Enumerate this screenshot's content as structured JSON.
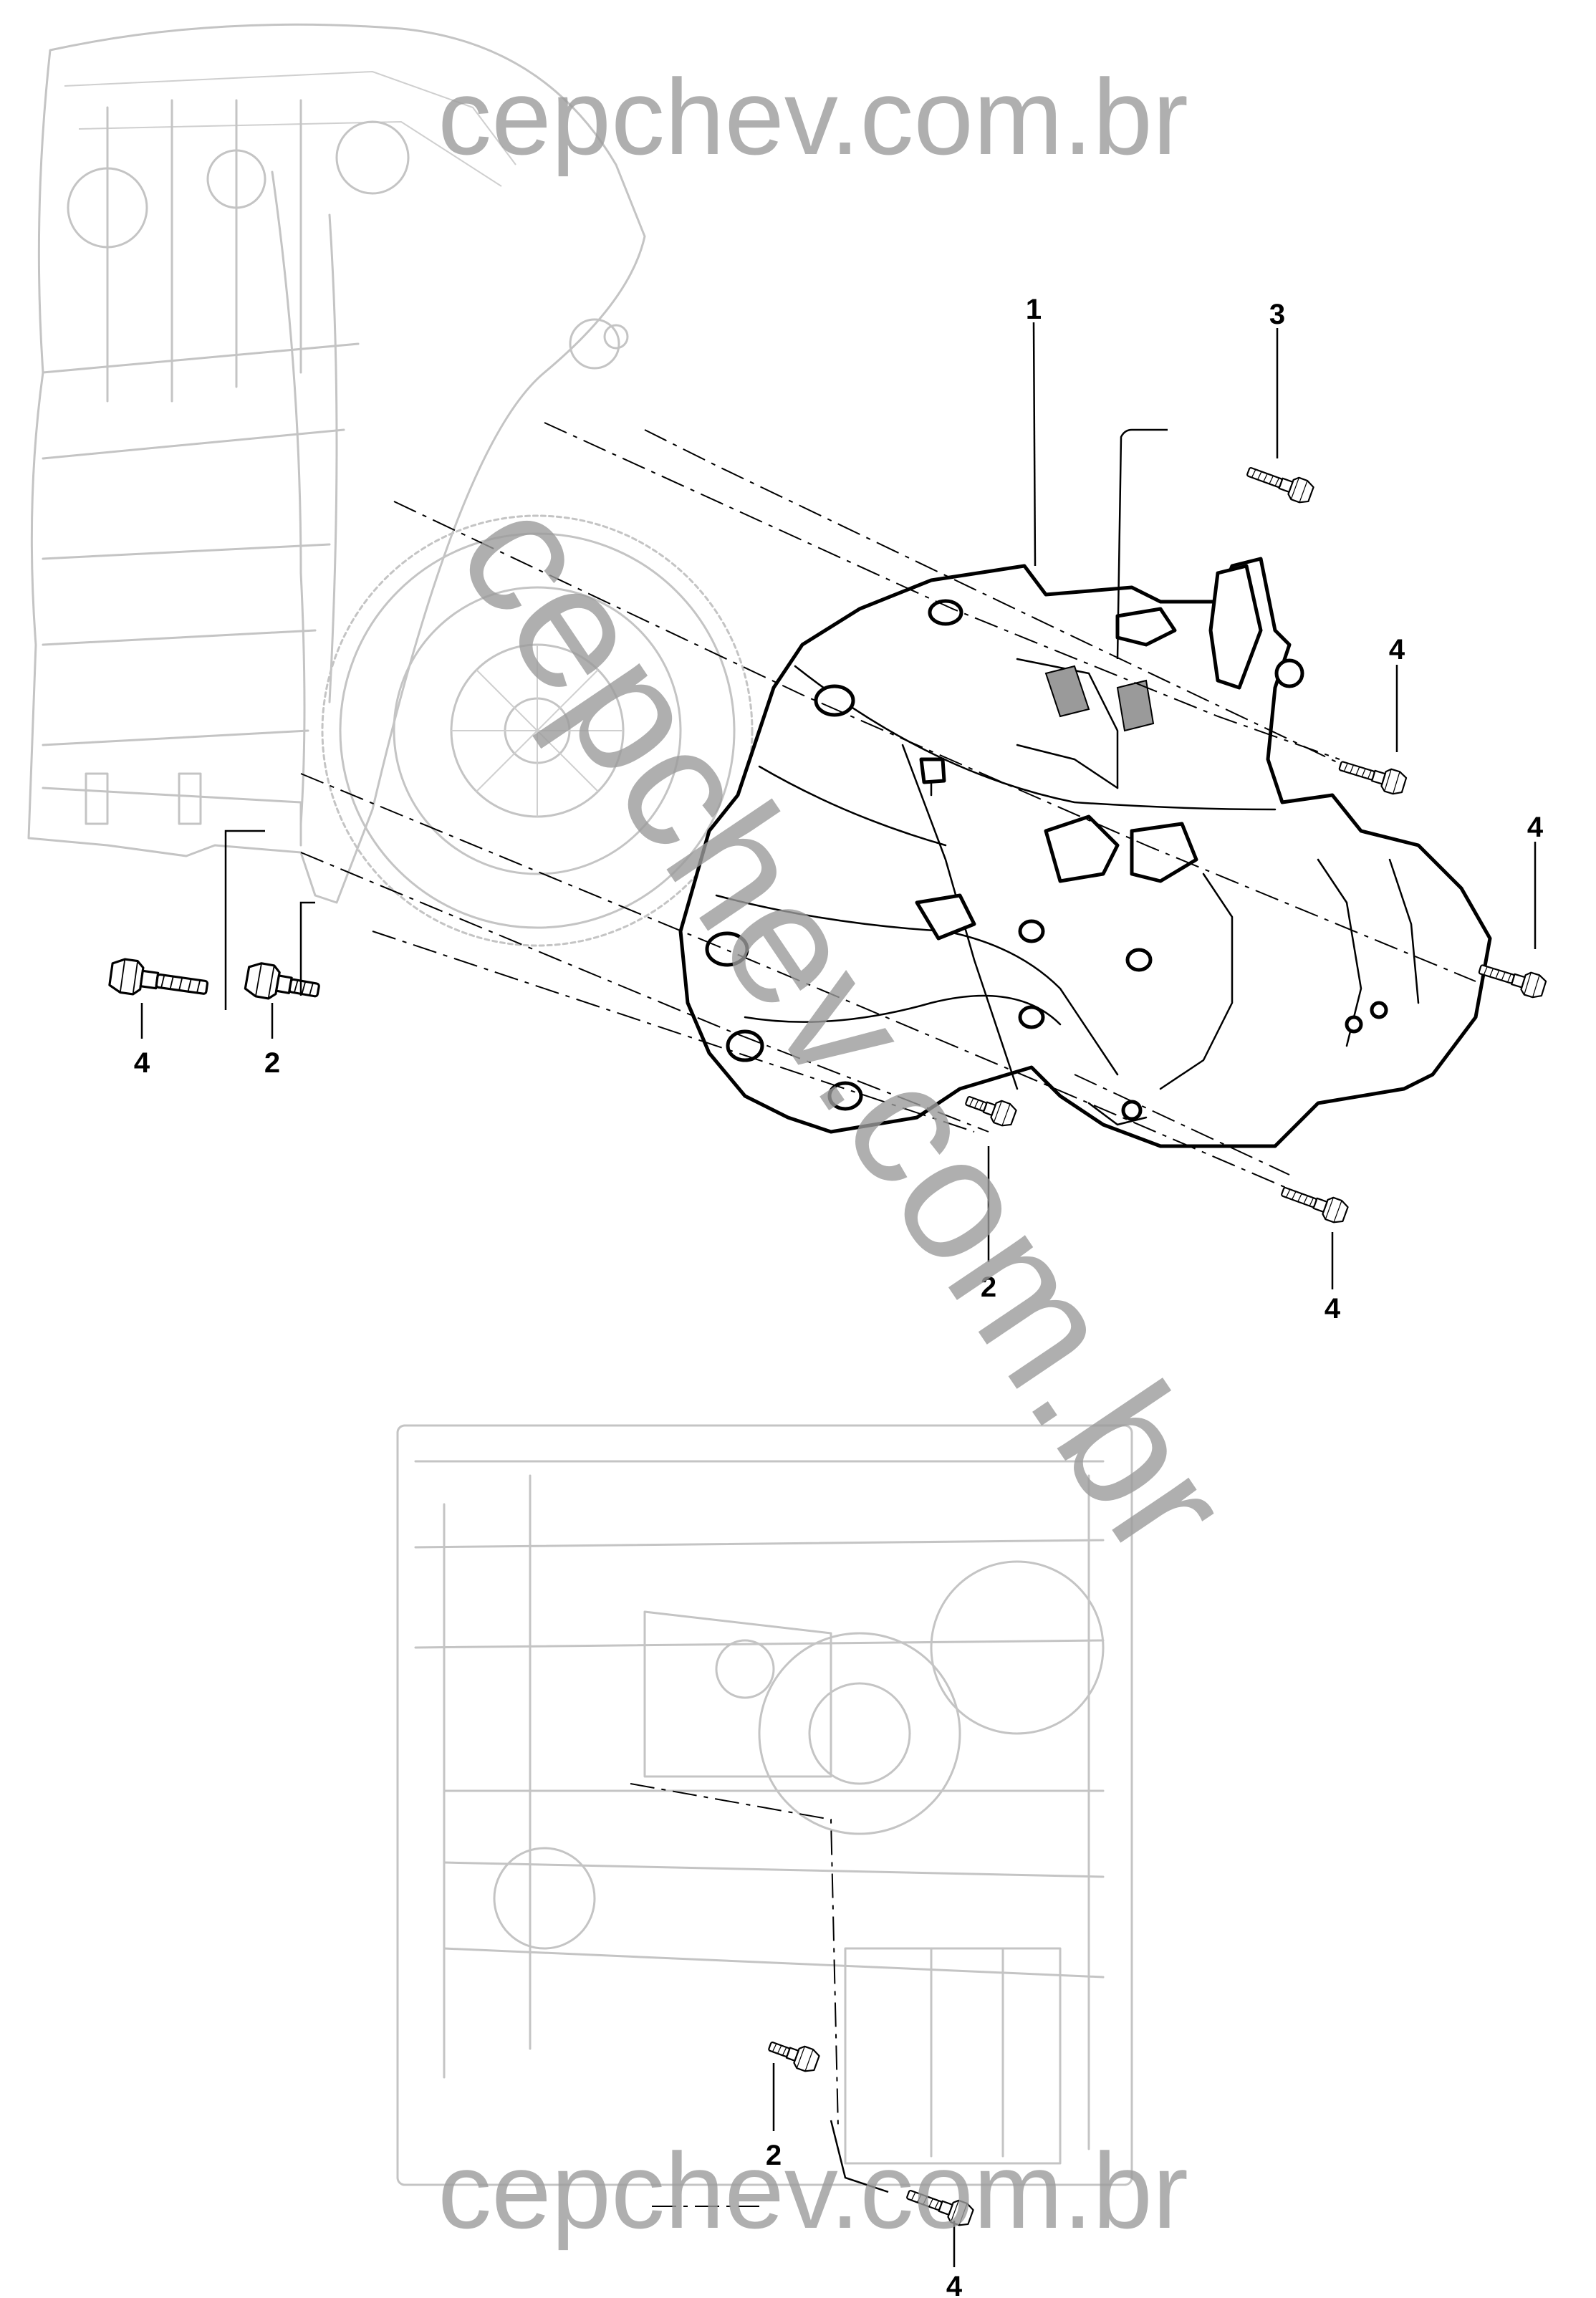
{
  "watermark": {
    "top": "cepchev.com.br",
    "diagonal": "cepchev.com.br",
    "bottom": "cepchev.com.br",
    "color": "#9c9c9c"
  },
  "callouts": {
    "transmission": "1",
    "bolt_upper": "3",
    "bolt_right_a": "4",
    "bolt_right_b": "4",
    "bolt_left_long": "4",
    "bolt_left_short": "2",
    "bolt_lower_short": "2",
    "bolt_lower_long": "4",
    "detail_bolt_short": "2",
    "detail_bolt_long": "4"
  }
}
